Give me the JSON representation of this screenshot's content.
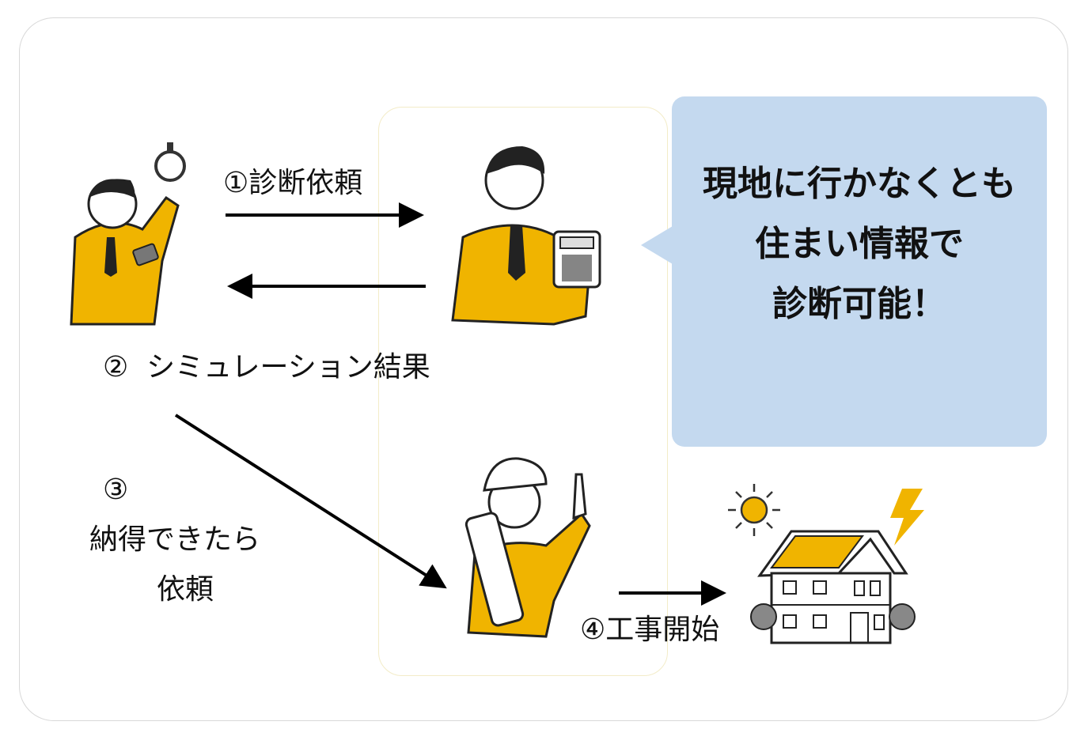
{
  "steps": {
    "step1": "①診断依頼",
    "step2": "②  シミュレーション結果",
    "step3_num": "③",
    "step3_line1": "納得できたら",
    "step3_line2": "依頼",
    "step4": "④工事開始"
  },
  "callout": {
    "lines": [
      "現地に行かなくとも",
      "住まい情報で",
      "診断可能！"
    ]
  },
  "colors": {
    "accent": "#f0b400",
    "callout_bg": "#c4d9ef"
  },
  "icons": [
    "customer-on-train-icon",
    "consultant-with-calculator-icon",
    "construction-worker-icon",
    "solar-house-icon",
    "sun-icon",
    "lightning-icon"
  ]
}
